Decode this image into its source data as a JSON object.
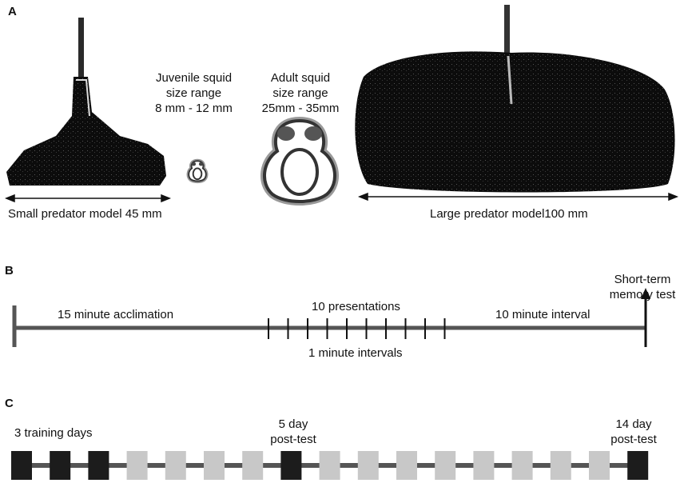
{
  "panel_a": {
    "letter": "A",
    "juvenile_label": [
      "Juvenile squid",
      "size range",
      "8 mm - 12 mm"
    ],
    "adult_label": [
      "Adult squid",
      "size range",
      "25mm - 35mm"
    ],
    "small_model_label": "Small predator model 45 mm",
    "large_model_label": "Large predator model100 mm"
  },
  "panel_b": {
    "letter": "B",
    "acclimation_label": "15 minute acclimation",
    "presentations_label": "10 presentations",
    "intervals_label": "1 minute intervals",
    "interval_label": "10 minute interval",
    "memory_test_label": [
      "Short-term",
      "memory test"
    ],
    "presentation_count": 10
  },
  "panel_c": {
    "letter": "C",
    "training_label": "3 training days",
    "post5_label": [
      "5 day",
      "post-test"
    ],
    "post14_label": [
      "14 day",
      "post-test"
    ],
    "day_blocks": [
      "dark",
      "dark",
      "dark",
      "light",
      "light",
      "light",
      "light",
      "dark",
      "light",
      "light",
      "light",
      "light",
      "light",
      "light",
      "light",
      "light",
      "dark"
    ],
    "colors": {
      "dark": "#1c1c1c",
      "light": "#c8c8c8",
      "line": "#555555"
    }
  }
}
